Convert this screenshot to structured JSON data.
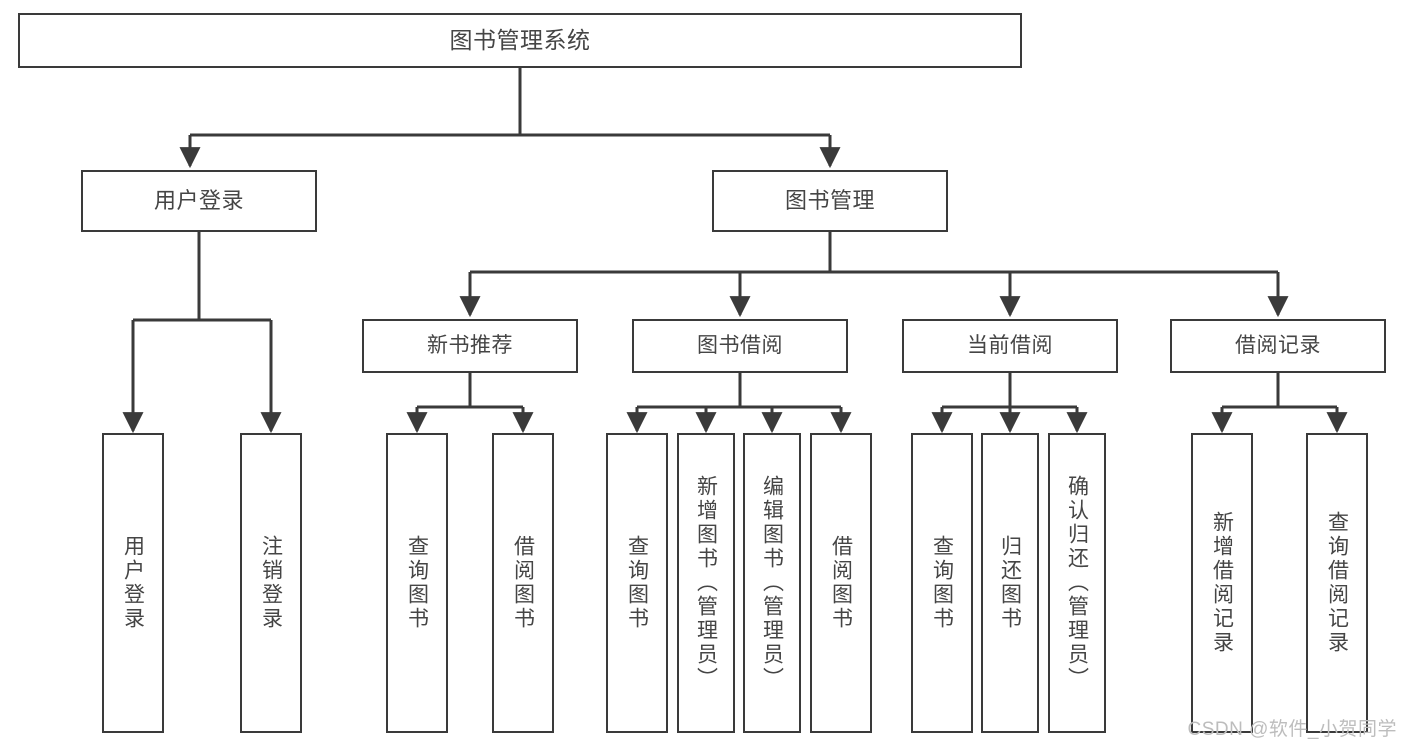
{
  "diagram": {
    "title": "图书管理系统",
    "type": "tree-hierarchy",
    "root": {
      "label": "图书管理系统"
    },
    "level2": [
      {
        "label": "用户登录"
      },
      {
        "label": "图书管理"
      }
    ],
    "level3": [
      {
        "label": "新书推荐"
      },
      {
        "label": "图书借阅"
      },
      {
        "label": "当前借阅"
      },
      {
        "label": "借阅记录"
      }
    ],
    "leaves": {
      "user_login": [
        {
          "label": "用户登录"
        },
        {
          "label": "注销登录"
        }
      ],
      "new_book_recommend": [
        {
          "label": "查询图书"
        },
        {
          "label": "借阅图书"
        }
      ],
      "book_borrow": [
        {
          "label": "查询图书"
        },
        {
          "label": "新增图书（管理员）"
        },
        {
          "label": "编辑图书（管理员）"
        },
        {
          "label": "借阅图书"
        }
      ],
      "current_borrow": [
        {
          "label": "查询图书"
        },
        {
          "label": "归还图书"
        },
        {
          "label": "确认归还（管理员）"
        }
      ],
      "borrow_record": [
        {
          "label": "新增借阅记录"
        },
        {
          "label": "查询借阅记录"
        }
      ]
    }
  },
  "watermark": {
    "text": "CSDN @软件_小贺同学"
  },
  "colors": {
    "border": "#3a3a3a",
    "text": "#454545",
    "background": "#ffffff",
    "watermark": "#bdbdbd"
  }
}
